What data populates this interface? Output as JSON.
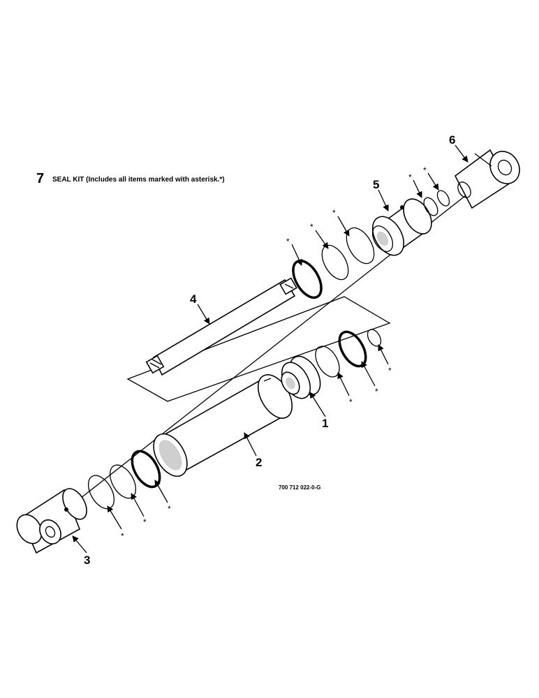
{
  "seal_kit": {
    "number": "7",
    "text": "SEAL KIT (Includes all items marked with asterisk.*)"
  },
  "drawing_number": "700 712 022-0-G",
  "part_callouts": [
    "1",
    "2",
    "3",
    "4",
    "5",
    "6"
  ],
  "asterisk": "*"
}
